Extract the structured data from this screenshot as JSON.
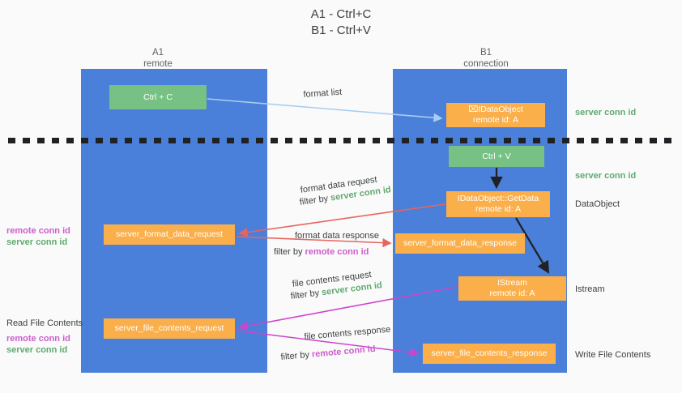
{
  "title": "A1 - Ctrl+C\nB1 - Ctrl+V",
  "columns": {
    "left": {
      "header": "A1\nremote"
    },
    "right": {
      "header": "B1\nconnection"
    }
  },
  "boxes": {
    "ctrl_c": "Ctrl + C",
    "idataobject": "⌧IDataObject\nremote id: A",
    "ctrl_v": "Ctrl + V",
    "getdata": "IDataObject::GetData\nremote id: A",
    "format_data_request": "server_format_data_request",
    "format_data_response": "server_format_data_response",
    "istream": "IStream\nremote id: A",
    "file_contents_request": "server_file_contents_request",
    "file_contents_response": "server_file_contents_response"
  },
  "annotations": {
    "server_conn_id_top": "server conn id",
    "server_conn_id_mid": "server conn id",
    "dataobject": "DataObject",
    "istream": "Istream",
    "write_file_contents": "Write File Contents",
    "read_file_contents": "Read File Contents",
    "remote_conn_id": "remote conn id",
    "server_conn_id": "server conn id"
  },
  "arrow_captions": {
    "format_list": "format list",
    "format_data_request": "format data request",
    "format_data_request_filter_prefix": "filter by ",
    "format_data_request_filter_value": "server conn id",
    "format_data_response": "format data response",
    "format_data_response_filter_prefix": "filter by ",
    "format_data_response_filter_value": "remote conn id",
    "file_contents_request": "file contents request",
    "file_contents_request_filter_prefix": "filter by ",
    "file_contents_request_filter_value": "server conn id",
    "file_contents_response": "file contents response",
    "file_contents_response_filter_prefix": "filter by ",
    "file_contents_response_filter_value": "remote conn id"
  },
  "colors": {
    "column_blue": "#4a80da",
    "box_green": "#76c183",
    "box_orange": "#fbaf4b",
    "server_conn_green": "#5fa96f",
    "remote_conn_purple": "#cc5ecc",
    "arrow_light_blue": "#a9cdf0",
    "arrow_red": "#e8645f",
    "arrow_magenta": "#cc45cc",
    "arrow_black": "#202124",
    "background": "#fafafa"
  }
}
